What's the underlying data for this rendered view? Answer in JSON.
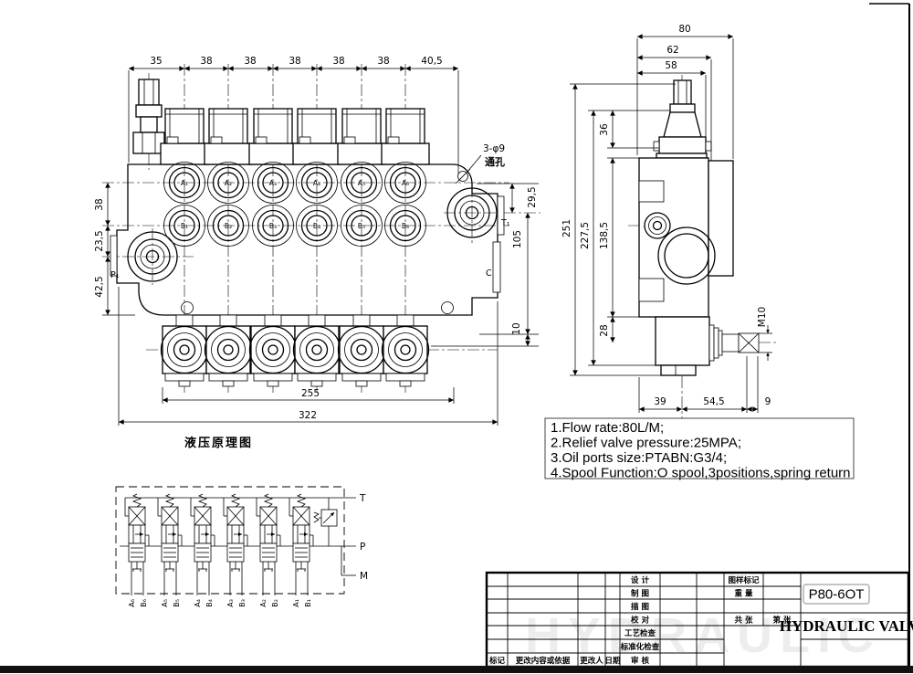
{
  "front_view": {
    "top_dims": [
      "35",
      "38",
      "38",
      "38",
      "38",
      "38",
      "40,5"
    ],
    "left_dims": [
      "38",
      "23,5",
      "42,5"
    ],
    "right_dims": [
      "29,5",
      "105",
      "10"
    ],
    "bottom_dims": [
      "255",
      "322"
    ],
    "ports_a": [
      "A₁",
      "A₂",
      "A₃",
      "A₄",
      "A₅",
      "A₆"
    ],
    "ports_b": [
      "B₁",
      "B₂",
      "B₃",
      "B₄",
      "B₅",
      "B₆"
    ],
    "port_p": "P₁",
    "port_t": "T₁",
    "port_c": "C",
    "hole_note": [
      "3-φ9",
      "通孔"
    ]
  },
  "side_view": {
    "top_dims": [
      "80",
      "62",
      "58"
    ],
    "left_dims": [
      "251",
      "227,5",
      "138,5",
      "36",
      "28"
    ],
    "bottom_dims": [
      "39",
      "54,5",
      "9"
    ],
    "thread": "M10"
  },
  "schematic": {
    "caption": "液压原理图",
    "bottom_ports": [
      "A₆",
      "B₆",
      "A₅",
      "B₅",
      "A₄",
      "B₄",
      "A₃",
      "B₃",
      "A₂",
      "B₂",
      "A₁",
      "B₁"
    ],
    "side_ports": [
      "T",
      "P",
      "M"
    ]
  },
  "notes": {
    "lines": [
      "1.Flow rate:80L/M;",
      "2.Relief valve pressure:25MPA;",
      "3.Oil ports size:PTABN:G3/4;",
      "4.Spool Function:O spool,3positions,spring return"
    ]
  },
  "title_block": {
    "model": "P80-6OT",
    "product": "HYDRAULIC VALVE",
    "rows": [
      "设 计",
      "制 图",
      "描 图",
      "校 对",
      "工艺检查",
      "标准化检查",
      "审 核"
    ],
    "right_labels": [
      "图样标记",
      "重 量",
      "共 张",
      "第 张"
    ],
    "bottom_labels": [
      "标记",
      "更改内容或依据",
      "更改人",
      "日期"
    ],
    "watermark": "HYDRAULIC"
  }
}
